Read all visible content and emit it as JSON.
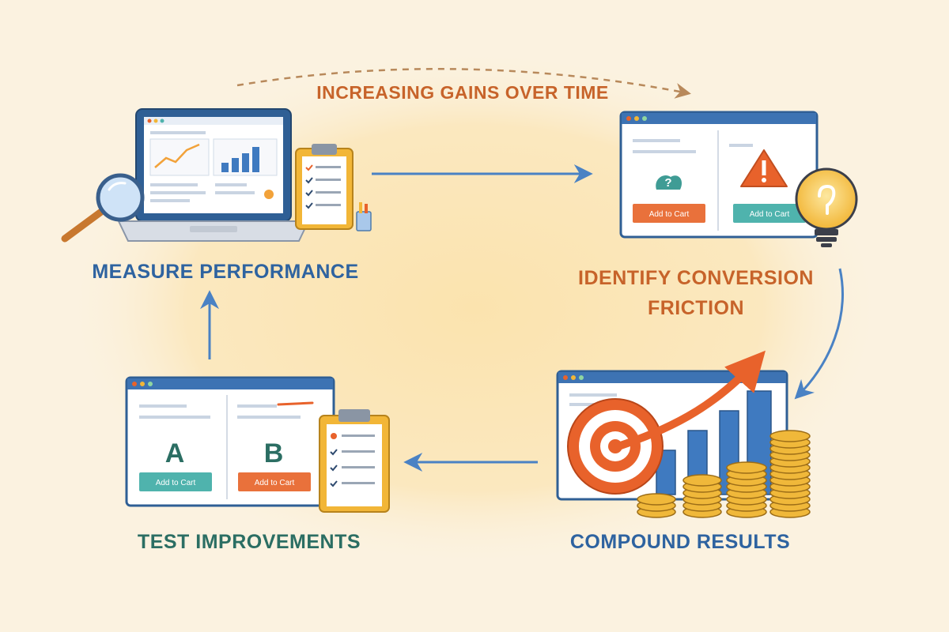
{
  "header": {
    "title": "INCREASING GAINS OVER TIME"
  },
  "stages": {
    "measure": {
      "label": "MEASURE PERFORMANCE"
    },
    "identify": {
      "label": "IDENTIFY CONVERSION FRICTION",
      "cart_left": "Add to Cart",
      "cart_right": "Add to Cart"
    },
    "test": {
      "label": "TEST IMPROVEMENTS",
      "variant_a": "A",
      "variant_b": "B",
      "cart_a": "Add to Cart",
      "cart_b": "Add to Cart"
    },
    "compound": {
      "label": "COMPOUND RESULTS"
    }
  },
  "icons": [
    "laptop-icon",
    "magnifier-icon",
    "clipboard-icon",
    "browser-window-icon",
    "warning-icon",
    "question-icon",
    "lightbulb-icon",
    "target-icon",
    "bar-chart-icon",
    "coin-stack-icon",
    "trend-arrow-icon"
  ],
  "colors": {
    "background": "#fbf2e0",
    "glow": "#fbe6b4",
    "blue_accent": "#2e63a0",
    "orange_accent": "#c7632a",
    "teal_accent": "#2b6e63",
    "arrow": "#4a82c4",
    "cart_orange": "#e9713b",
    "cart_teal": "#4fb3ad",
    "coin_gold": "#f0b83a"
  }
}
